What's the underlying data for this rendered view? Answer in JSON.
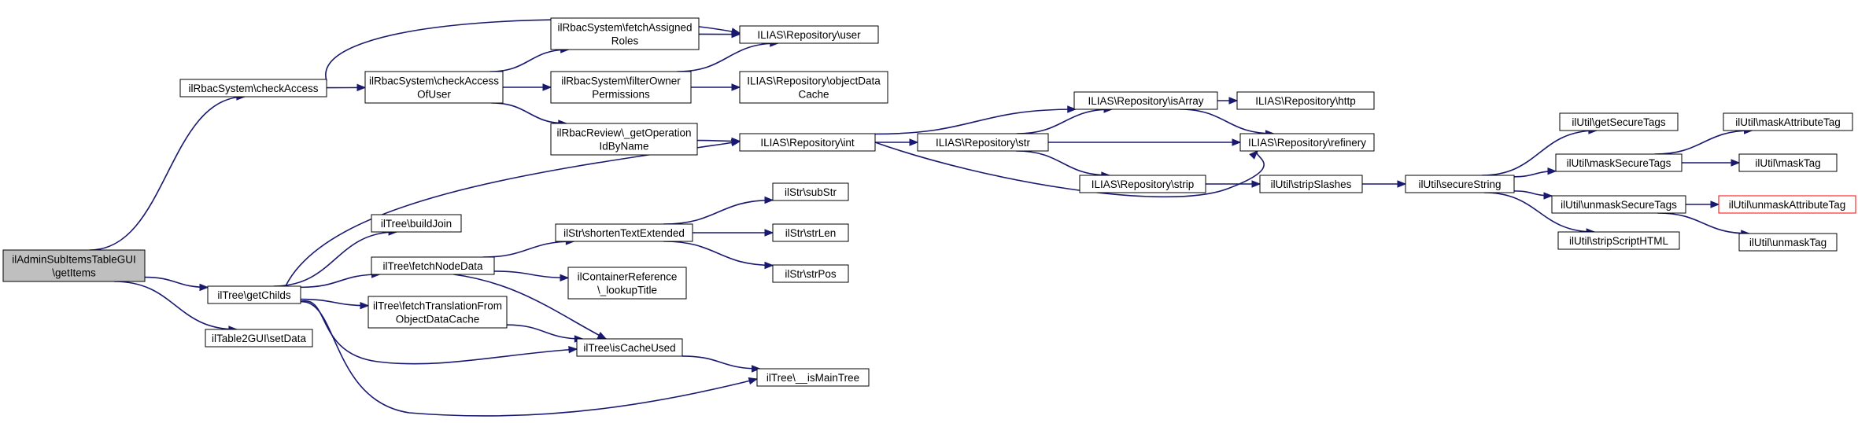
{
  "colors": {
    "edge": "#191970",
    "node_border": "#000000",
    "node_fill": "#ffffff",
    "root_fill": "#bfbfbf",
    "truncated_border": "#ff0000"
  },
  "nodes": {
    "root": {
      "label": [
        "ilAdminSubItemsTableGUI",
        "\\getItems"
      ],
      "style": "root"
    },
    "checkAccess": {
      "label": [
        "ilRbacSystem\\checkAccess"
      ]
    },
    "getChilds": {
      "label": [
        "ilTree\\getChilds"
      ]
    },
    "setData": {
      "label": [
        "ilTable2GUI\\setData"
      ]
    },
    "checkAccessOfUser": {
      "label": [
        "ilRbacSystem\\checkAccess",
        "OfUser"
      ]
    },
    "fetchAssignedRoles": {
      "label": [
        "ilRbacSystem\\fetchAssigned",
        "Roles"
      ]
    },
    "filterOwnerPermissions": {
      "label": [
        "ilRbacSystem\\filterOwner",
        "Permissions"
      ]
    },
    "getOperationIdByName": {
      "label": [
        "ilRbacReview\\_getOperation",
        "IdByName"
      ]
    },
    "repoUser": {
      "label": [
        "ILIAS\\Repository\\user"
      ]
    },
    "objectDataCache": {
      "label": [
        "ILIAS\\Repository\\objectData",
        "Cache"
      ]
    },
    "repoInt": {
      "label": [
        "ILIAS\\Repository\\int"
      ]
    },
    "repoStr": {
      "label": [
        "ILIAS\\Repository\\str"
      ]
    },
    "repoIsArray": {
      "label": [
        "ILIAS\\Repository\\isArray"
      ]
    },
    "repoHttp": {
      "label": [
        "ILIAS\\Repository\\http"
      ]
    },
    "repoRefinery": {
      "label": [
        "ILIAS\\Repository\\refinery"
      ]
    },
    "repoStrip": {
      "label": [
        "ILIAS\\Repository\\strip"
      ]
    },
    "stripSlashes": {
      "label": [
        "ilUtil\\stripSlashes"
      ]
    },
    "secureString": {
      "label": [
        "ilUtil\\secureString"
      ]
    },
    "getSecureTags": {
      "label": [
        "ilUtil\\getSecureTags"
      ]
    },
    "maskSecureTags": {
      "label": [
        "ilUtil\\maskSecureTags"
      ]
    },
    "unmaskSecureTags": {
      "label": [
        "ilUtil\\unmaskSecureTags"
      ]
    },
    "stripScriptHTML": {
      "label": [
        "ilUtil\\stripScriptHTML"
      ]
    },
    "maskAttributeTag": {
      "label": [
        "ilUtil\\maskAttributeTag"
      ]
    },
    "maskTag": {
      "label": [
        "ilUtil\\maskTag"
      ]
    },
    "unmaskAttributeTag": {
      "label": [
        "ilUtil\\unmaskAttributeTag"
      ],
      "style": "truncated"
    },
    "unmaskTag": {
      "label": [
        "ilUtil\\unmaskTag"
      ]
    },
    "buildJoin": {
      "label": [
        "ilTree\\buildJoin"
      ]
    },
    "fetchNodeData": {
      "label": [
        "ilTree\\fetchNodeData"
      ]
    },
    "fetchTranslation": {
      "label": [
        "ilTree\\fetchTranslationFrom",
        "ObjectDataCache"
      ]
    },
    "isCacheUsed": {
      "label": [
        "ilTree\\isCacheUsed"
      ]
    },
    "isMainTree": {
      "label": [
        "ilTree\\__isMainTree"
      ]
    },
    "shortenText": {
      "label": [
        "ilStr\\shortenTextExtended"
      ]
    },
    "lookupTitle": {
      "label": [
        "ilContainerReference",
        "\\_lookupTitle"
      ]
    },
    "subStr": {
      "label": [
        "ilStr\\subStr"
      ]
    },
    "strLen": {
      "label": [
        "ilStr\\strLen"
      ]
    },
    "strPos": {
      "label": [
        "ilStr\\strPos"
      ]
    }
  },
  "edges": [
    [
      "root",
      "checkAccess"
    ],
    [
      "root",
      "getChilds"
    ],
    [
      "root",
      "setData"
    ],
    [
      "checkAccess",
      "checkAccessOfUser"
    ],
    [
      "checkAccess",
      "repoUser"
    ],
    [
      "checkAccessOfUser",
      "fetchAssignedRoles"
    ],
    [
      "checkAccessOfUser",
      "filterOwnerPermissions"
    ],
    [
      "checkAccessOfUser",
      "getOperationIdByName"
    ],
    [
      "fetchAssignedRoles",
      "repoUser"
    ],
    [
      "filterOwnerPermissions",
      "repoUser"
    ],
    [
      "filterOwnerPermissions",
      "objectDataCache"
    ],
    [
      "getOperationIdByName",
      "repoInt"
    ],
    [
      "getChilds",
      "repoInt"
    ],
    [
      "getChilds",
      "buildJoin"
    ],
    [
      "getChilds",
      "fetchNodeData"
    ],
    [
      "getChilds",
      "fetchTranslation"
    ],
    [
      "getChilds",
      "isCacheUsed"
    ],
    [
      "getChilds",
      "isMainTree"
    ],
    [
      "repoInt",
      "repoIsArray"
    ],
    [
      "repoInt",
      "repoStr"
    ],
    [
      "repoInt",
      "repoRefinery"
    ],
    [
      "repoStr",
      "repoIsArray"
    ],
    [
      "repoStr",
      "repoRefinery"
    ],
    [
      "repoStr",
      "repoStrip"
    ],
    [
      "repoIsArray",
      "repoHttp"
    ],
    [
      "repoIsArray",
      "repoRefinery"
    ],
    [
      "repoStrip",
      "stripSlashes"
    ],
    [
      "stripSlashes",
      "secureString"
    ],
    [
      "secureString",
      "getSecureTags"
    ],
    [
      "secureString",
      "maskSecureTags"
    ],
    [
      "secureString",
      "unmaskSecureTags"
    ],
    [
      "secureString",
      "stripScriptHTML"
    ],
    [
      "maskSecureTags",
      "maskAttributeTag"
    ],
    [
      "maskSecureTags",
      "maskTag"
    ],
    [
      "unmaskSecureTags",
      "unmaskAttributeTag"
    ],
    [
      "unmaskSecureTags",
      "unmaskTag"
    ],
    [
      "fetchNodeData",
      "shortenText"
    ],
    [
      "fetchNodeData",
      "lookupTitle"
    ],
    [
      "fetchNodeData",
      "isCacheUsed"
    ],
    [
      "fetchTranslation",
      "isCacheUsed"
    ],
    [
      "isCacheUsed",
      "isMainTree"
    ],
    [
      "shortenText",
      "subStr"
    ],
    [
      "shortenText",
      "strLen"
    ],
    [
      "shortenText",
      "strPos"
    ]
  ]
}
